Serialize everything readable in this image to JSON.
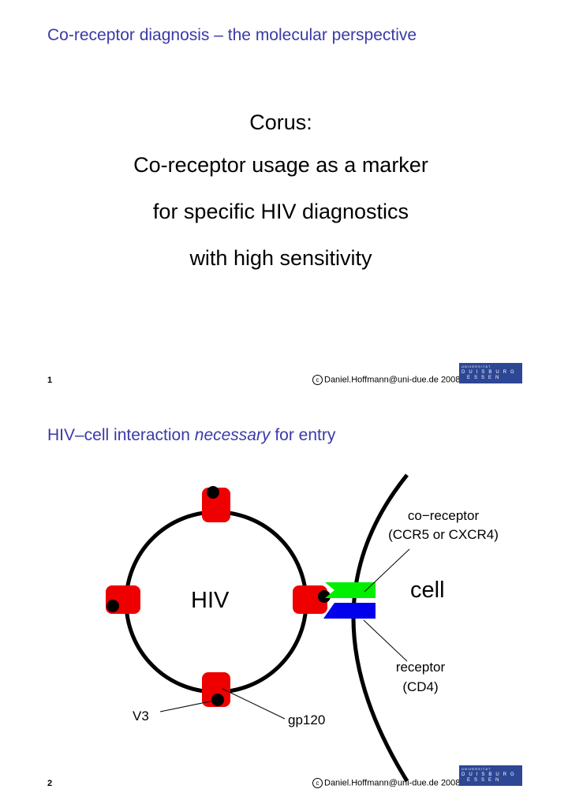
{
  "slide1": {
    "title": "Co-receptor diagnosis – the molecular perspective",
    "lines": [
      "Corus:",
      "Co-receptor usage as a marker",
      "for specific HIV diagnostics",
      "with high sensitivity"
    ],
    "page_number": "1",
    "copyright": "Daniel.Hoffmann@uni-due.de 2008",
    "copyright_symbol": "c"
  },
  "slide2": {
    "title_pre": "HIV–cell interaction ",
    "title_em": "necessary",
    "title_post": " for entry",
    "labels": {
      "hiv": "HIV",
      "cell": "cell",
      "coreceptor_line1": "co−receptor",
      "coreceptor_line2": "(CCR5 or CXCR4)",
      "receptor_line1": "receptor",
      "receptor_line2": "(CD4)",
      "v3": "V3",
      "gp120": "gp120"
    },
    "page_number": "2",
    "copyright": "Daniel.Hoffmann@uni-due.de 2008",
    "copyright_symbol": "c"
  },
  "logo": {
    "line1": "UNIVERSITÄT",
    "line2": "DUISBURG",
    "line3": "ESSEN"
  },
  "colors": {
    "title_blue": "#3a3aa8",
    "gp120_red": "#ee0000",
    "coreceptor_green": "#00ee00",
    "receptor_blue": "#0000ee",
    "logo_blue": "#2d4794"
  }
}
